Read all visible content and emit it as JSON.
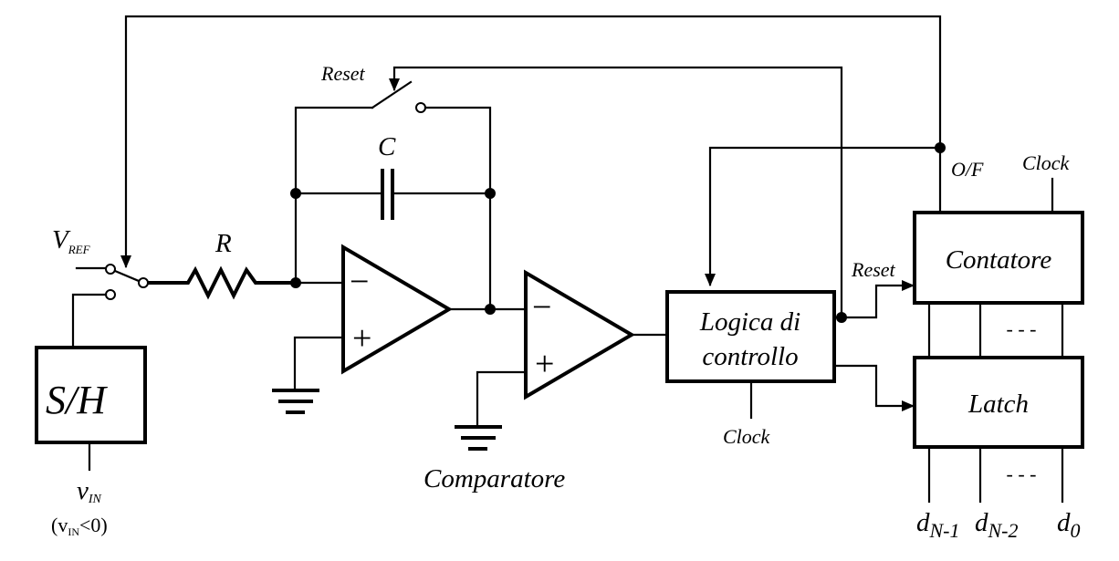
{
  "labels": {
    "vref_main": "V",
    "vref_sub": "REF",
    "r": "R",
    "c": "C",
    "reset_switch": "Reset",
    "sh": "S/H",
    "vin_main": "v",
    "vin_sub": "IN",
    "cond_open": "(v",
    "cond_sub": "IN",
    "cond_close": "<0)",
    "comparatore": "Comparatore",
    "logica_line1": "Logica di",
    "logica_line2": "controllo",
    "clock_logic": "Clock",
    "of": "O/F",
    "clock_counter": "Clock",
    "reset_counter": "Reset",
    "contatore": "Contatore",
    "latch": "Latch",
    "dash_counter": "- - -",
    "dash_latch": "- - -",
    "d1_main": "d",
    "d1_sub": "N-1",
    "d2_main": "d",
    "d2_sub": "N-2",
    "d0_main": "d",
    "d0_sub": "0",
    "minus": "−",
    "plus": "+"
  }
}
